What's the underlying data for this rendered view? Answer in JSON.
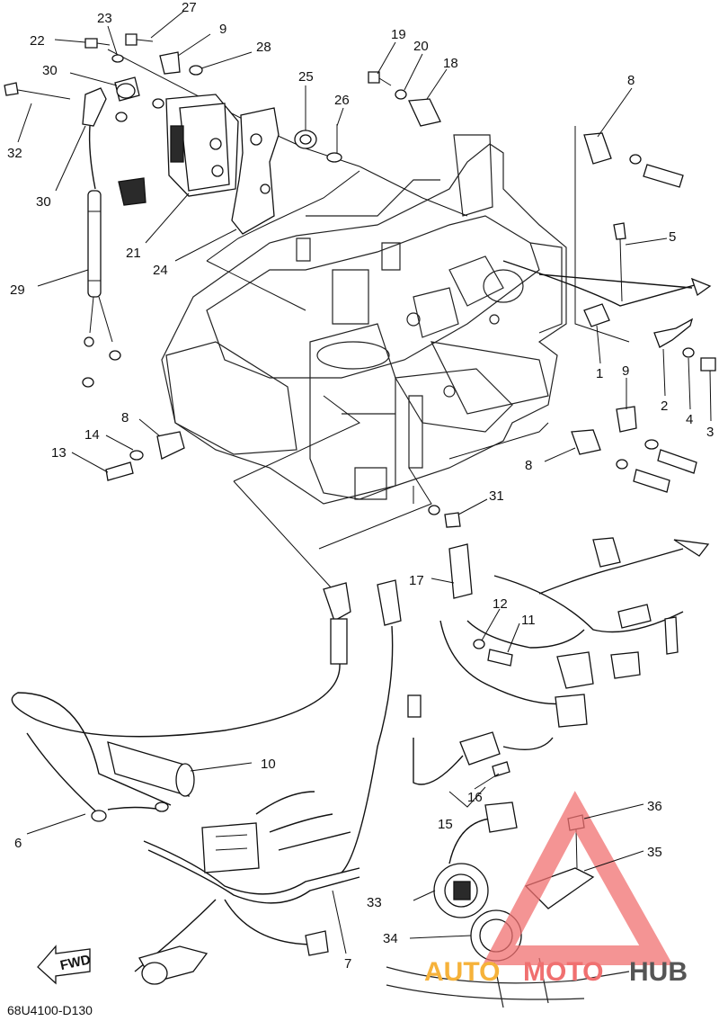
{
  "diagram": {
    "part_code": "68U4100-D130",
    "fwd_label": "FWD",
    "callouts": [
      {
        "id": "c22",
        "label": "22"
      },
      {
        "id": "c23",
        "label": "23"
      },
      {
        "id": "c27",
        "label": "27"
      },
      {
        "id": "c9a",
        "label": "9"
      },
      {
        "id": "c28",
        "label": "28"
      },
      {
        "id": "c19",
        "label": "19"
      },
      {
        "id": "c20",
        "label": "20"
      },
      {
        "id": "c18",
        "label": "18"
      },
      {
        "id": "c8a",
        "label": "8"
      },
      {
        "id": "c30a",
        "label": "30"
      },
      {
        "id": "c25",
        "label": "25"
      },
      {
        "id": "c26",
        "label": "26"
      },
      {
        "id": "c32",
        "label": "32"
      },
      {
        "id": "c30b",
        "label": "30"
      },
      {
        "id": "c21",
        "label": "21"
      },
      {
        "id": "c24",
        "label": "24"
      },
      {
        "id": "c29",
        "label": "29"
      },
      {
        "id": "c5",
        "label": "5"
      },
      {
        "id": "c1",
        "label": "1"
      },
      {
        "id": "c9b",
        "label": "9"
      },
      {
        "id": "c2",
        "label": "2"
      },
      {
        "id": "c4",
        "label": "4"
      },
      {
        "id": "c3",
        "label": "3"
      },
      {
        "id": "c8b",
        "label": "8"
      },
      {
        "id": "c14",
        "label": "14"
      },
      {
        "id": "c13",
        "label": "13"
      },
      {
        "id": "c8c",
        "label": "8"
      },
      {
        "id": "c31",
        "label": "31"
      },
      {
        "id": "c17",
        "label": "17"
      },
      {
        "id": "c12",
        "label": "12"
      },
      {
        "id": "c11",
        "label": "11"
      },
      {
        "id": "c10",
        "label": "10"
      },
      {
        "id": "c16",
        "label": "16"
      },
      {
        "id": "c15",
        "label": "15"
      },
      {
        "id": "c6",
        "label": "6"
      },
      {
        "id": "c36",
        "label": "36"
      },
      {
        "id": "c35",
        "label": "35"
      },
      {
        "id": "c33",
        "label": "33"
      },
      {
        "id": "c34",
        "label": "34"
      },
      {
        "id": "c7",
        "label": "7"
      }
    ]
  },
  "watermark": {
    "text_auto": "AUTO",
    "text_moto": "MOTO",
    "text_hub": "HUB",
    "color_main": "#f07070",
    "color_auto": "#f6b23a",
    "color_hub": "#555555"
  }
}
